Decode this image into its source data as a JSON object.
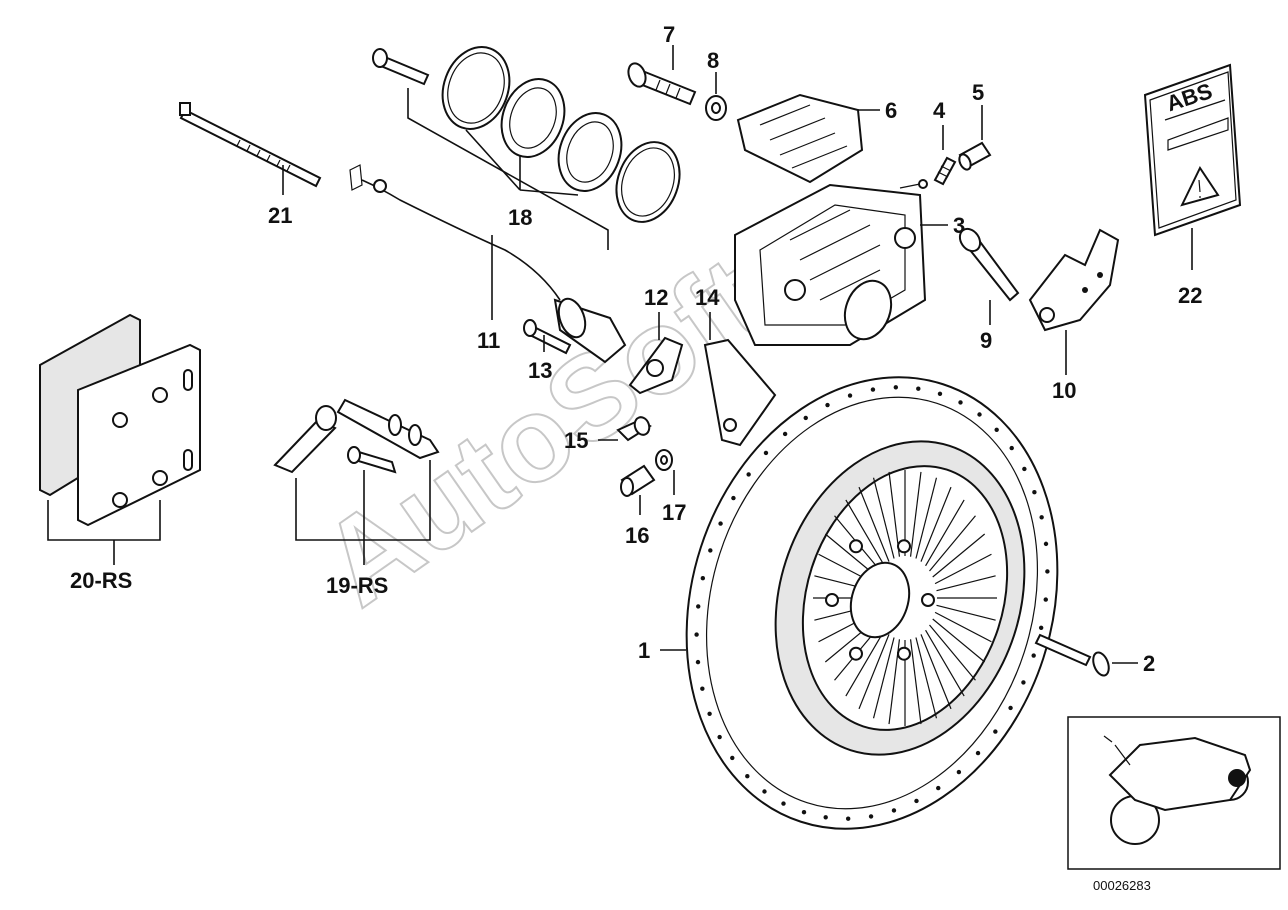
{
  "diagram": {
    "callouts": {
      "c1": "1",
      "c2": "2",
      "c3": "3",
      "c4": "4",
      "c5": "5",
      "c6": "6",
      "c7": "7",
      "c8": "8",
      "c9": "9",
      "c10": "10",
      "c11": "11",
      "c12": "12",
      "c13": "13",
      "c14": "14",
      "c15": "15",
      "c16": "16",
      "c17": "17",
      "c18": "18",
      "c19": "19-RS",
      "c20": "20-RS",
      "c21": "21",
      "c22": "22"
    },
    "label_abs": "ABS",
    "watermark": "AutoSoft",
    "document_number": "00026283"
  }
}
